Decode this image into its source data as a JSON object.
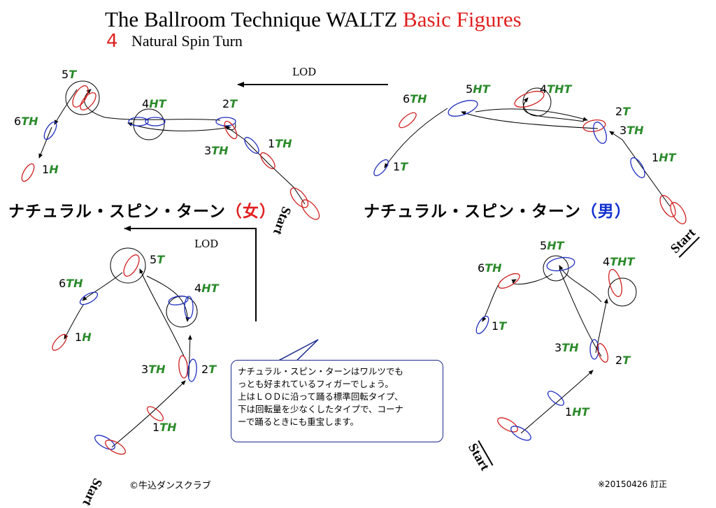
{
  "header": {
    "title_main": "The Ballroom Technique  WALTZ ",
    "title_accent": "Basic Figures",
    "figure_number": "4",
    "figure_name": "Natural Spin Turn"
  },
  "panels": {
    "top_left": {
      "caption_main": "ナチュラル・スピン・ターン",
      "caption_paren": "（女）",
      "lod": "LOD",
      "start": "Start",
      "steps": [
        {
          "n": "1",
          "f": "H"
        },
        {
          "n": "1",
          "f": "TH"
        },
        {
          "n": "2",
          "f": "T"
        },
        {
          "n": "3",
          "f": "TH"
        },
        {
          "n": "4",
          "f": "HT"
        },
        {
          "n": "5",
          "f": "T"
        },
        {
          "n": "6",
          "f": "TH"
        }
      ]
    },
    "top_right": {
      "caption_main": "ナチュラル・スピン・ターン",
      "caption_paren": "（男）",
      "start": "Start",
      "steps": [
        {
          "n": "1",
          "f": "T"
        },
        {
          "n": "1",
          "f": "HT"
        },
        {
          "n": "2",
          "f": "T"
        },
        {
          "n": "3",
          "f": "TH"
        },
        {
          "n": "4",
          "f": "THT"
        },
        {
          "n": "5",
          "f": "HT"
        },
        {
          "n": "6",
          "f": "TH"
        }
      ]
    },
    "bottom_left": {
      "lod": "LOD",
      "start": "Start",
      "steps": [
        {
          "n": "1",
          "f": "H"
        },
        {
          "n": "1",
          "f": "TH"
        },
        {
          "n": "2",
          "f": "T"
        },
        {
          "n": "3",
          "f": "TH"
        },
        {
          "n": "4",
          "f": "HT"
        },
        {
          "n": "5",
          "f": "T"
        },
        {
          "n": "6",
          "f": "TH"
        }
      ]
    },
    "bottom_right": {
      "start": "Start",
      "steps": [
        {
          "n": "1",
          "f": "T"
        },
        {
          "n": "1",
          "f": "HT"
        },
        {
          "n": "2",
          "f": "T"
        },
        {
          "n": "3",
          "f": "TH"
        },
        {
          "n": "4",
          "f": "THT"
        },
        {
          "n": "5",
          "f": "HT"
        },
        {
          "n": "6",
          "f": "TH"
        }
      ]
    }
  },
  "note": {
    "text": "ナチュラル・スピン・ターンはワルツでも\nっとも好まれているフィガーでしょう。\n上はＬＯＤに沿って踊る標準回転タイプ、\n下は回転量を少なくしたタイプで、コーナ\nーで踊るときにも重宝します。"
  },
  "footer": {
    "copyright": "©牛込ダンスクラブ",
    "revision": "※20150426 訂正"
  },
  "colors": {
    "accent_red": "#e02020",
    "right_foot": "#d02020",
    "left_foot": "#2030c0",
    "step_type": "#2a8a2a"
  }
}
